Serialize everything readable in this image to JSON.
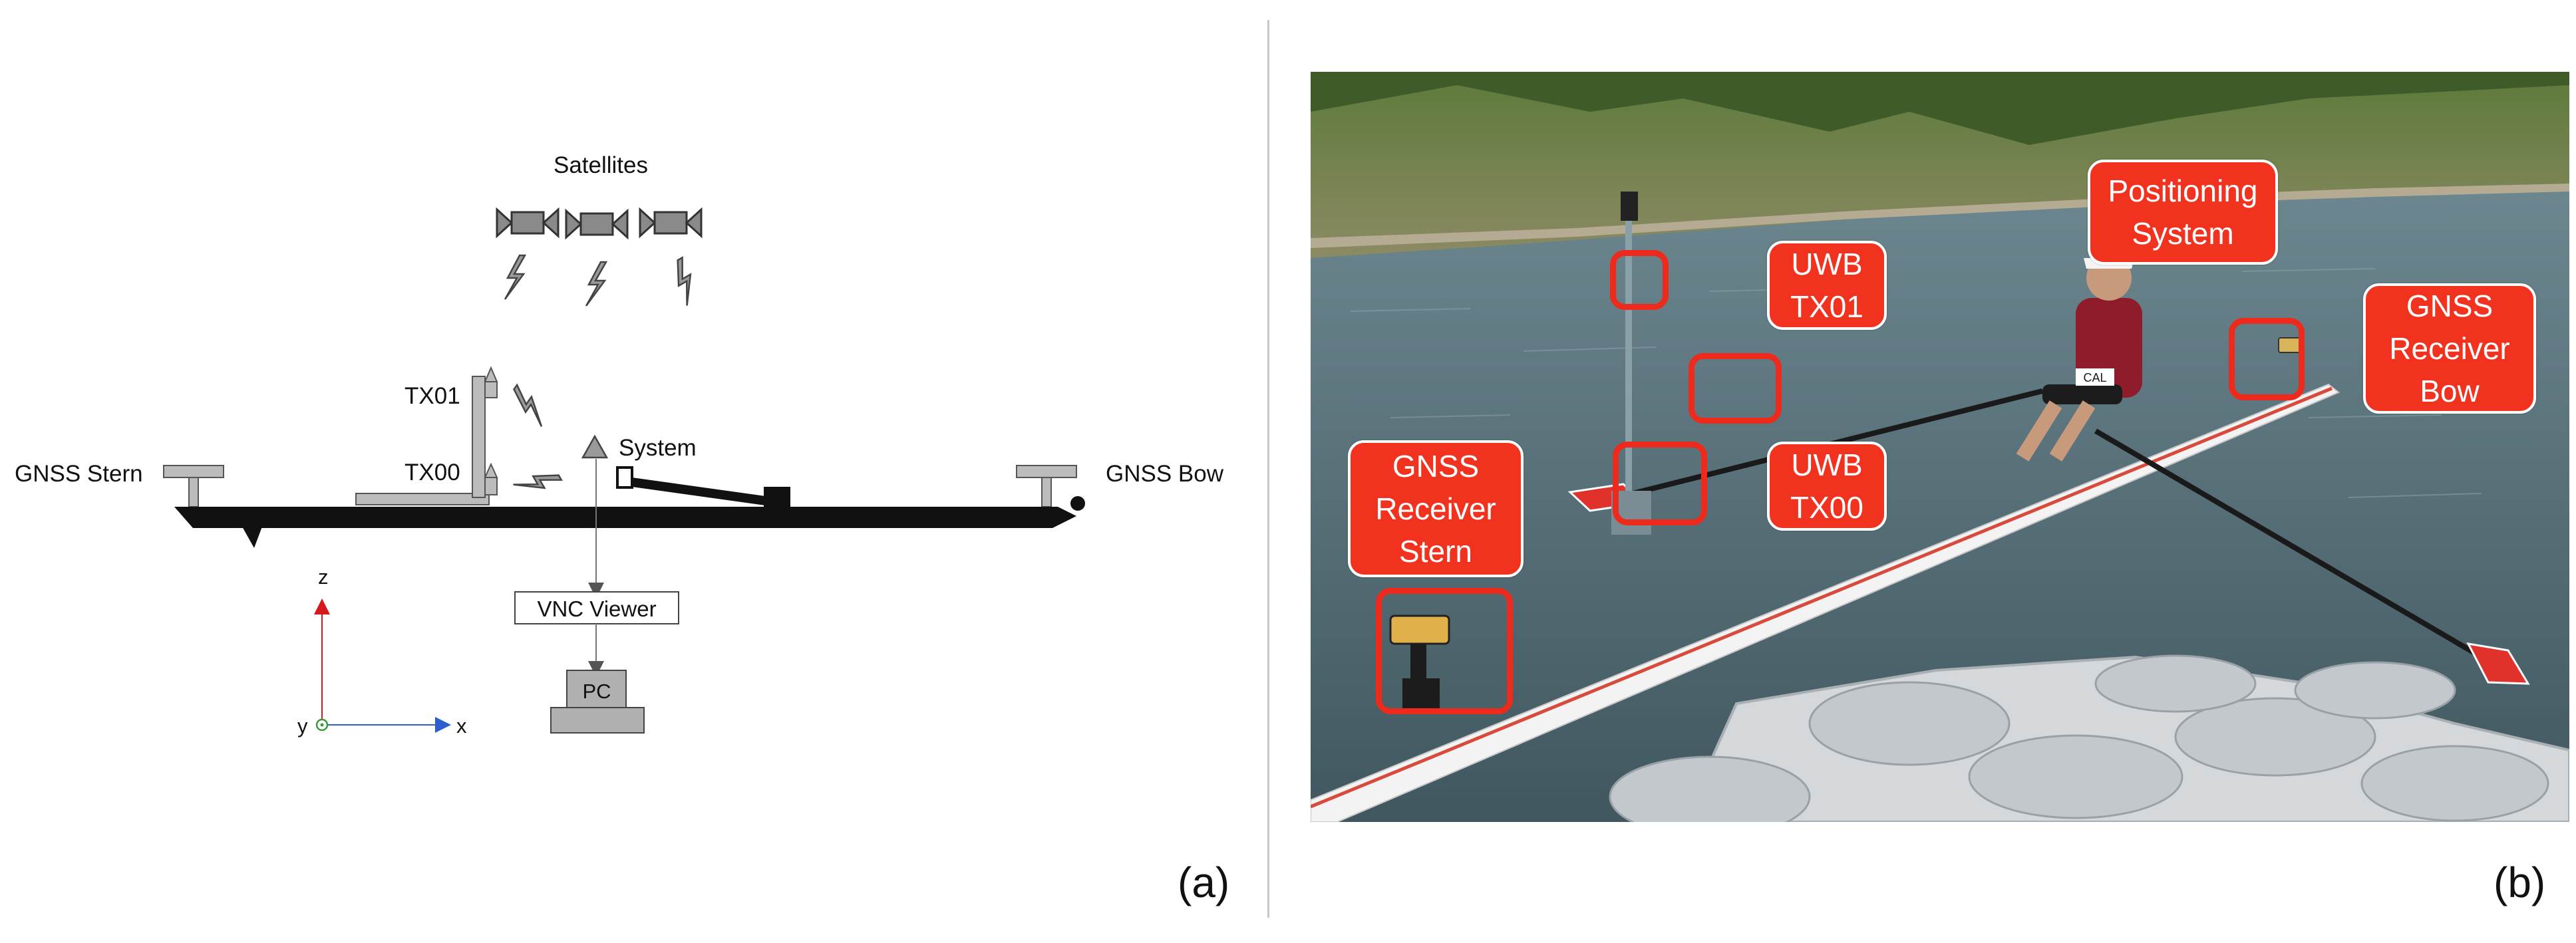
{
  "panel_a": {
    "satellites_label": "Satellites",
    "tx01_label": "TX01",
    "tx00_label": "TX00",
    "system_label": "System",
    "gnss_stern_label": "GNSS Stern",
    "gnss_bow_label": "GNSS Bow",
    "vnc_viewer_label": "VNC Viewer",
    "pc_label": "PC",
    "axis_z_label": "z",
    "axis_y_label": "y",
    "axis_x_label": "x",
    "panel_letter": "(a)"
  },
  "panel_b": {
    "callouts": {
      "positioning_system": [
        "Positioning",
        "System"
      ],
      "uwb_tx01": [
        "UWB",
        "TX01"
      ],
      "uwb_tx00": [
        "UWB",
        "TX00"
      ],
      "gnss_receiver_bow": [
        "GNSS",
        "Receiver",
        "Bow"
      ],
      "gnss_receiver_stern": [
        "GNSS",
        "Receiver",
        "Stern"
      ]
    },
    "bib_text": "CAL",
    "panel_letter": "(b)"
  },
  "colors": {
    "callout_red": "#f0321e",
    "highlight_red": "#ee2a1c",
    "axis_z_red": "#d7191c",
    "axis_x_blue": "#2b5fce",
    "axis_y_green": "#3a9a3a",
    "lake_water": "#55707a"
  }
}
